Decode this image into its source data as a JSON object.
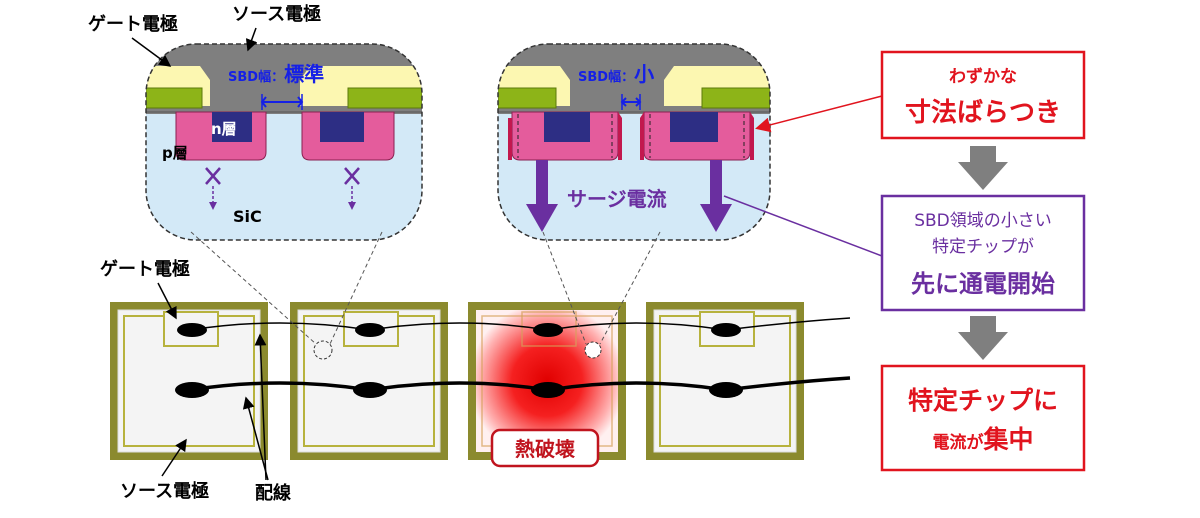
{
  "top_left": {
    "gate_label": "ゲート電極",
    "source_label": "ソース電極",
    "sbd_prefix": "SBD幅：",
    "sbd_value": "標準",
    "n_layer": "n層",
    "p_layer": "p層",
    "sic": "SiC"
  },
  "top_mid": {
    "sbd_prefix": "SBD幅：",
    "sbd_value": "小",
    "surge": "サージ電流"
  },
  "bottom": {
    "gate_label": "ゲート電極",
    "source_label": "ソース電極",
    "wiring_label": "配線",
    "thermal_label": "熱破壊"
  },
  "flow": {
    "box1_line1": "わずかな",
    "box1_line2": "寸法ばらつき",
    "box2_line1": "SBD領域の小さい",
    "box2_line2": "特定チップが",
    "box2_line3": "先に通電開始",
    "box3_line1": "特定チップに",
    "box3_line2a": "電流が",
    "box3_line2b": "集中"
  },
  "colors": {
    "red": "#e1141e",
    "purple": "#6a2fa0",
    "blue": "#1520e6",
    "gate_green": "#8db418",
    "p_pink": "#e45c9c",
    "n_navy": "#2d2e84",
    "sic_blue": "#d3e9f7",
    "gray": "#7f7f7f",
    "chip_border": "#8b8a2e"
  }
}
